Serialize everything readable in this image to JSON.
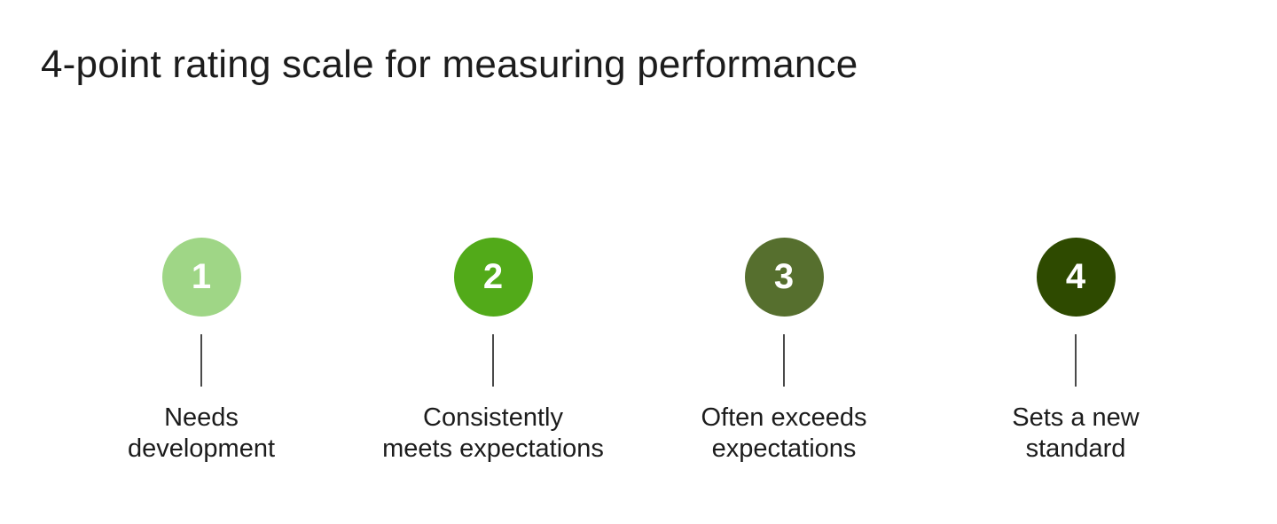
{
  "title": "4-point rating scale for measuring performance",
  "steps": [
    {
      "number": "1",
      "label_line1": "Needs",
      "label_line2": "development",
      "color": "#9fd686"
    },
    {
      "number": "2",
      "label_line1": "Consistently",
      "label_line2": "meets expectations",
      "color": "#52aa19"
    },
    {
      "number": "3",
      "label_line1": "Often exceeds",
      "label_line2": "expectations",
      "color": "#566f2e"
    },
    {
      "number": "4",
      "label_line1": "Sets a new",
      "label_line2": "standard",
      "color": "#2e4a00"
    }
  ]
}
